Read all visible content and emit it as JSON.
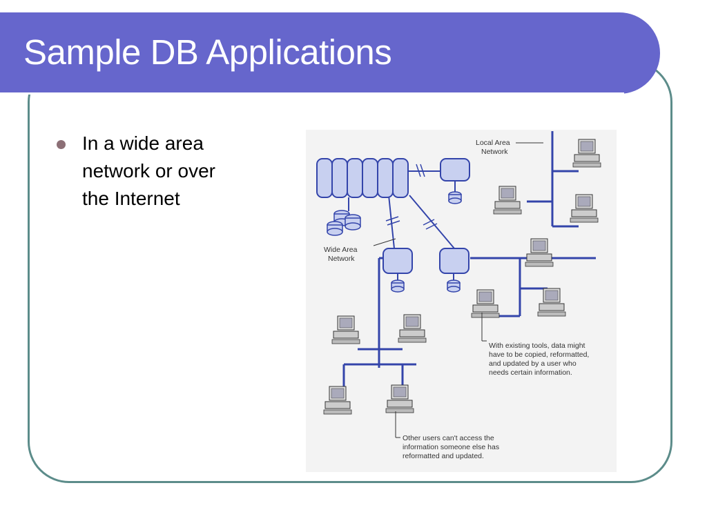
{
  "slide": {
    "title": "Sample DB Applications",
    "bullets": [
      {
        "lines": [
          "In a wide area",
          "network or over",
          "the Internet"
        ]
      }
    ]
  },
  "diagram": {
    "labels": {
      "lan_line1": "Local Area",
      "lan_line2": "Network",
      "wan_line1": "Wide Area",
      "wan_line2": "Network",
      "note1_line1": "With existing tools, data might",
      "note1_line2": "have to be copied, reformatted,",
      "note1_line3": "and updated by a user who",
      "note1_line4": "needs certain information.",
      "note2_line1": "Other users can't access the",
      "note2_line2": "information someone else has",
      "note2_line3": "reformatted and updated."
    }
  },
  "colors": {
    "title_bar": "#6666cc",
    "frame_border": "#5c8c8a",
    "bullet": "#8c6f76",
    "network": "#3344aa",
    "node_fill": "#c8d0f0"
  }
}
